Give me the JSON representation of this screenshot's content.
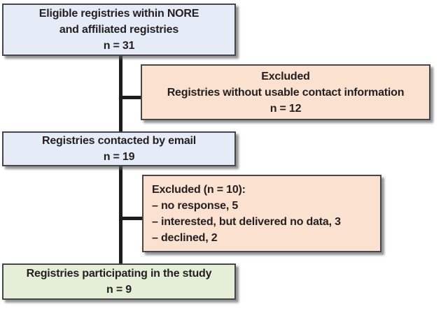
{
  "colors": {
    "primary_box_fill": "#e6ecf7",
    "excluded_box_fill": "#fbe1cf",
    "final_box_fill": "#e5efd8",
    "box_border": "#47474a",
    "connector_line": "#1c1c1c",
    "text": "#231f20",
    "background": "#ffffff"
  },
  "nodes": [
    {
      "id": "eligible",
      "lines": [
        "Eligible registries within NORE",
        "and affiliated registries",
        "n = 31"
      ]
    },
    {
      "id": "excluded-no-contact",
      "lines": [
        "Excluded",
        "Registries without usable contact information",
        "n = 12"
      ]
    },
    {
      "id": "contacted-by-email",
      "lines": [
        "Registries contacted by email",
        "n = 19"
      ]
    },
    {
      "id": "excluded-n10",
      "lines": [
        "Excluded (n = 10):",
        "– no response, 5",
        "– interested, but delivered no data, 3",
        "– declined, 2"
      ]
    },
    {
      "id": "participating",
      "lines": [
        "Registries participating in the study",
        "n = 9"
      ]
    }
  ]
}
